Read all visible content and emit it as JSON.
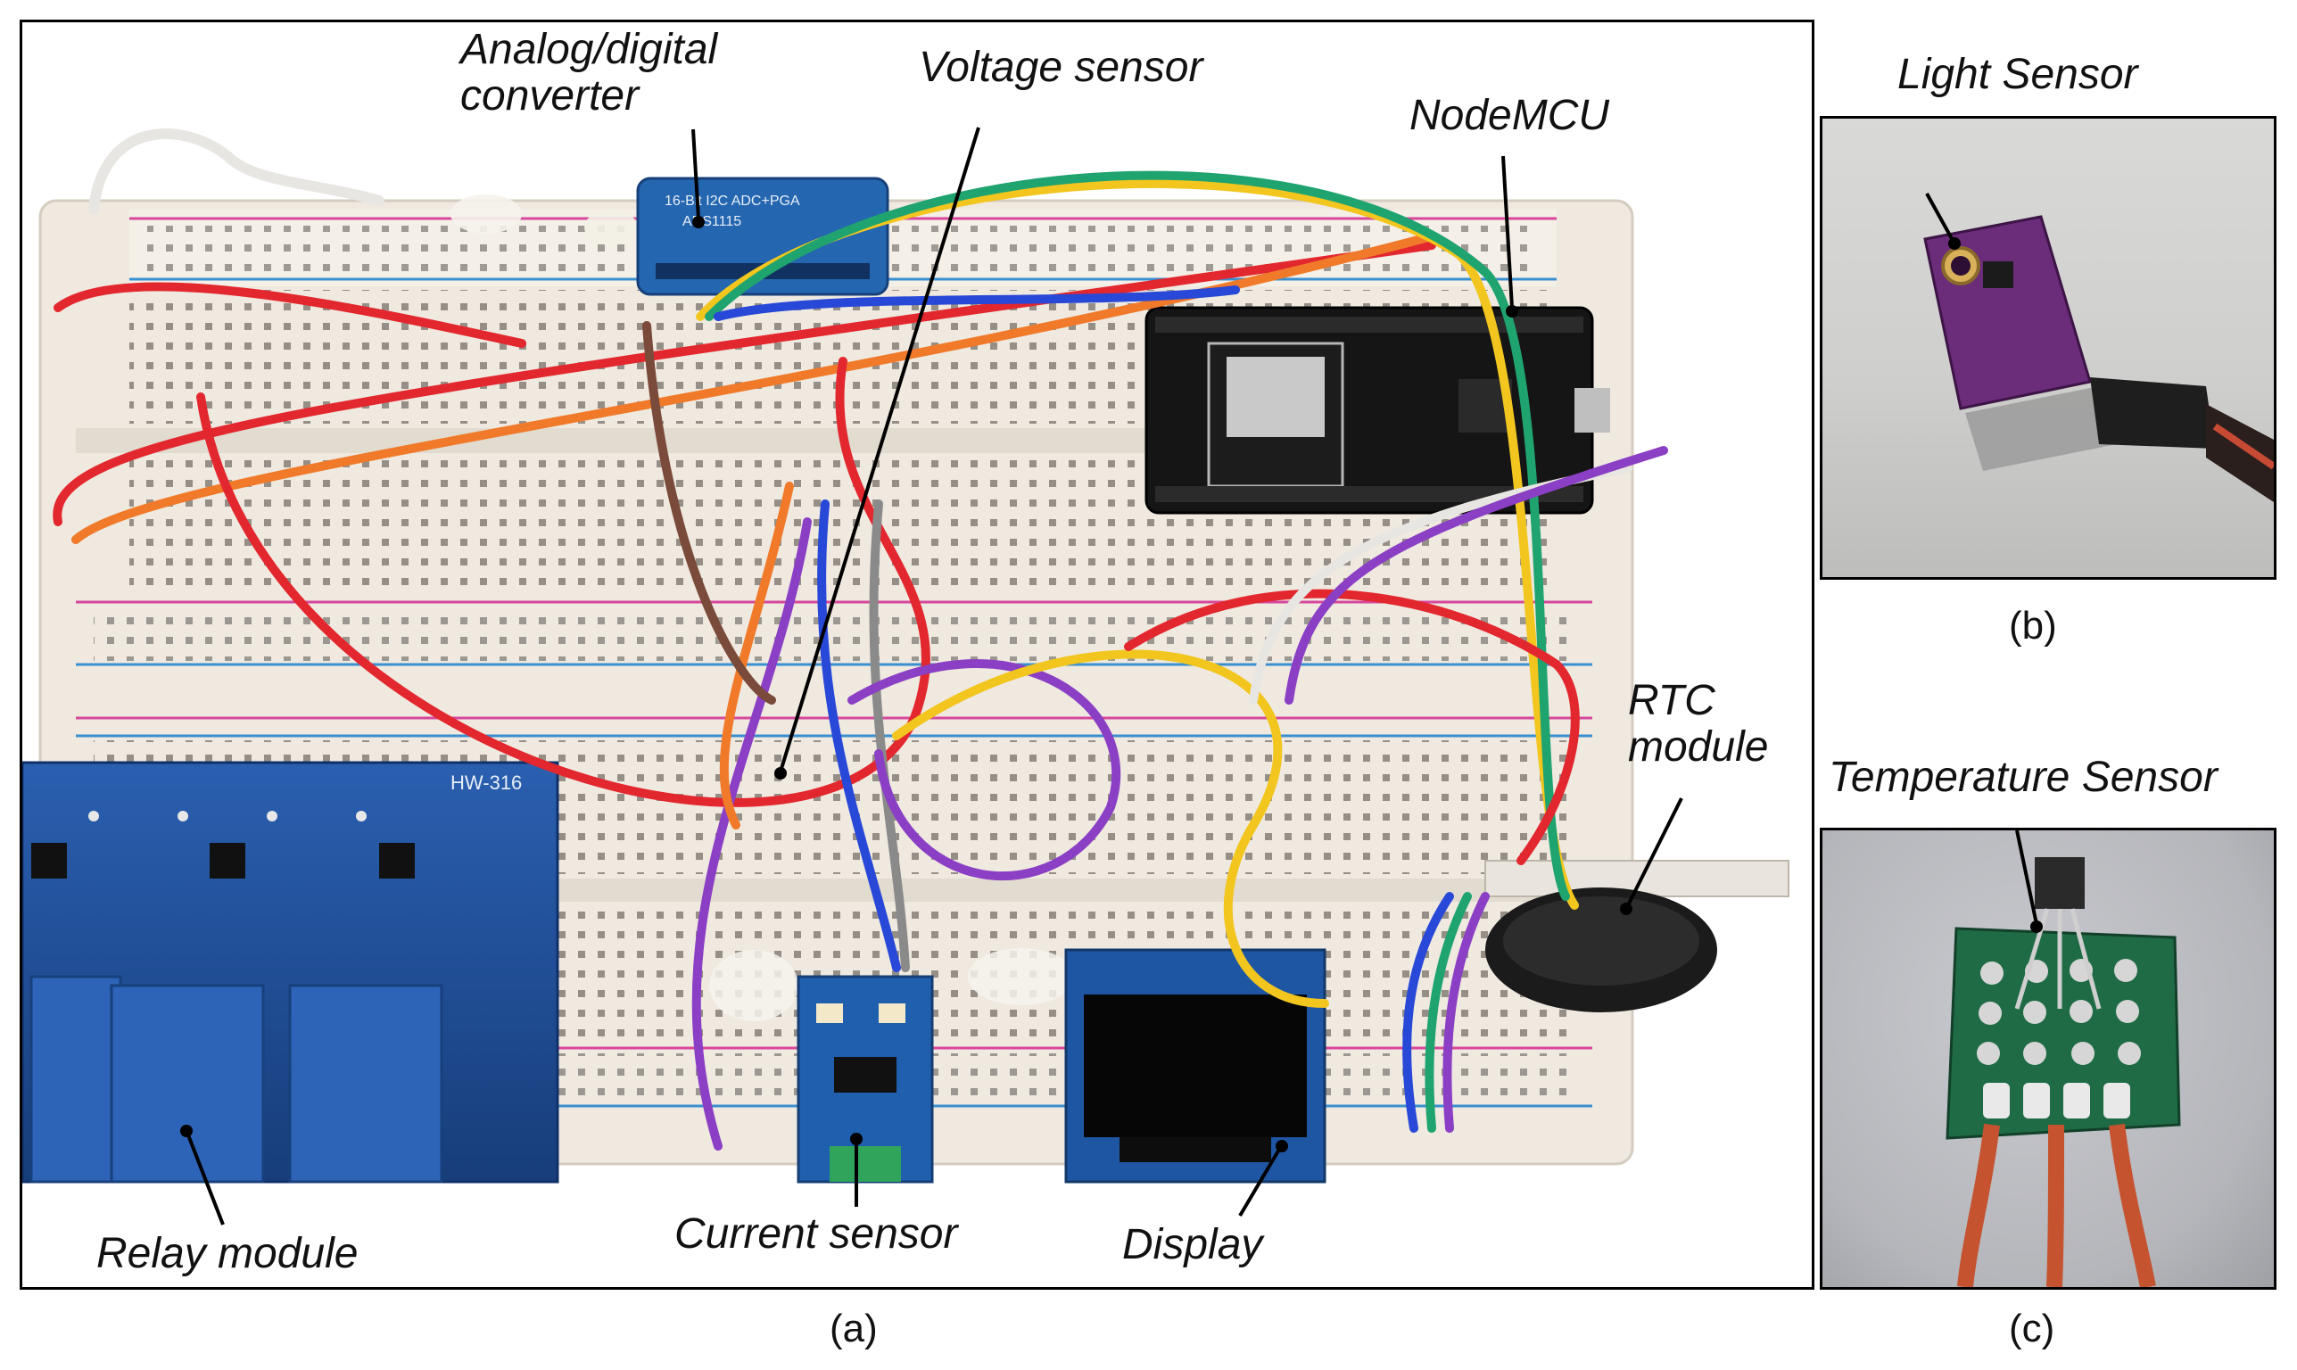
{
  "figure": {
    "panel_a": {
      "caption": "(a)",
      "labels": {
        "adc": "Analog/digital\nconverter",
        "voltage_sensor": "Voltage sensor",
        "nodemcu": "NodeMCU",
        "rtc_module": "RTC\nmodule",
        "relay_module": "Relay module",
        "current_sensor": "Current sensor",
        "display": "Display"
      }
    },
    "panel_b": {
      "caption": "(b)",
      "label": "Light Sensor"
    },
    "panel_c": {
      "caption": "(c)",
      "label": "Temperature  Sensor"
    }
  },
  "colors": {
    "breadboard": "#efe9e0",
    "relay_board": "#1f4f9a",
    "relay_block": "#2d64b8",
    "nodemcu_board": "#151515",
    "adc_board": "#2466b0",
    "current_board": "#1f5fae",
    "oled_board": "#1f56a4",
    "light_sensor_board": "#6b2c7a",
    "temp_sensor_board": "#1f6b45",
    "wire_red": "#e3272e",
    "wire_orange": "#f07a2a",
    "wire_yellow": "#f2c61f",
    "wire_green": "#1fa36f",
    "wire_blue": "#2848d8",
    "wire_purple": "#8b3fc4",
    "wire_gray": "#8a8a8a",
    "wire_white": "#e8e6e2",
    "wire_brown": "#7a4a3a"
  }
}
